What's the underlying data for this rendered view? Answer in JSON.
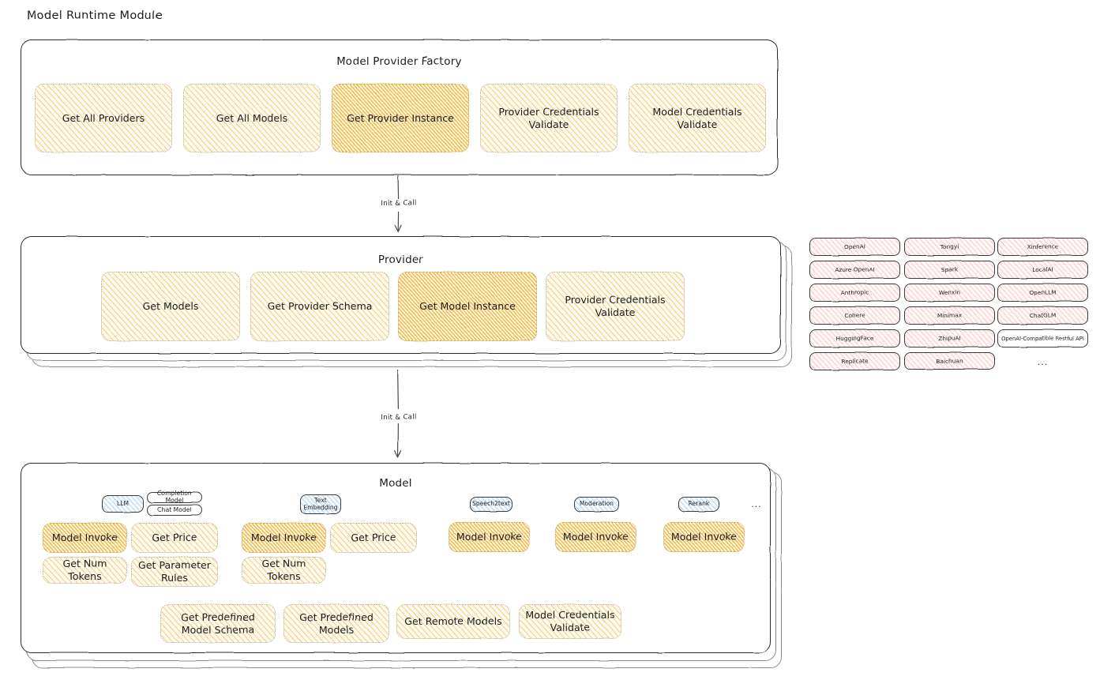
{
  "title": "Model Runtime Module",
  "colors": {
    "stroke": "#1e1e1e",
    "amber_fill": "#eeb63e",
    "cream_fill": "#f3cf7b",
    "pink_fill": "#f0aaaa",
    "blue_fill": "#78aad7",
    "background": "#ffffff"
  },
  "sections": {
    "factory": {
      "title": "Model Provider Factory",
      "nodes": [
        {
          "label": "Get All Providers",
          "highlight": false
        },
        {
          "label": "Get All Models",
          "highlight": false
        },
        {
          "label": "Get Provider Instance",
          "highlight": true
        },
        {
          "label": "Provider Credentials Validate",
          "highlight": false
        },
        {
          "label": "Model Credentials Validate",
          "highlight": false
        }
      ]
    },
    "provider": {
      "title": "Provider",
      "nodes": [
        {
          "label": "Get Models",
          "highlight": false
        },
        {
          "label": "Get Provider Schema",
          "highlight": false
        },
        {
          "label": "Get Model Instance",
          "highlight": true
        },
        {
          "label": "Provider Credentials Validate",
          "highlight": false
        }
      ]
    },
    "model": {
      "title": "Model",
      "types": [
        {
          "label": "LLM",
          "sub": [
            "Completion Model",
            "Chat Model"
          ]
        },
        {
          "label": "Text Embedding",
          "sub": []
        },
        {
          "label": "Speech2text",
          "sub": []
        },
        {
          "label": "Moderation",
          "sub": []
        },
        {
          "label": "Rerank",
          "sub": []
        }
      ],
      "more": "...",
      "type_nodes": {
        "llm": [
          {
            "label": "Model Invoke",
            "highlight": true
          },
          {
            "label": "Get Price",
            "highlight": false
          },
          {
            "label": "Get Num Tokens",
            "highlight": false
          },
          {
            "label": "Get Parameter Rules",
            "highlight": false
          }
        ],
        "text_embedding": [
          {
            "label": "Model Invoke",
            "highlight": true
          },
          {
            "label": "Get Price",
            "highlight": false
          },
          {
            "label": "Get Num Tokens",
            "highlight": false
          }
        ],
        "speech2text": [
          {
            "label": "Model Invoke",
            "highlight": true
          }
        ],
        "moderation": [
          {
            "label": "Model Invoke",
            "highlight": true
          }
        ],
        "rerank": [
          {
            "label": "Model Invoke",
            "highlight": true
          }
        ]
      },
      "common_nodes": [
        {
          "label": "Get Predefined Model Schema"
        },
        {
          "label": "Get Predefined Models"
        },
        {
          "label": "Get Remote Models"
        },
        {
          "label": "Model Credentials Validate"
        }
      ]
    }
  },
  "arrows": [
    {
      "label": "Init & Call",
      "from": "factory",
      "to": "provider"
    },
    {
      "label": "Init & Call",
      "from": "provider",
      "to": "model"
    }
  ],
  "provider_list": {
    "columns": [
      [
        "OpenAI",
        "Azure OpenAI",
        "Anthropic",
        "Cohere",
        "HuggingFace",
        "Replicate"
      ],
      [
        "Tongyi",
        "Spark",
        "Wenxin",
        "Minimax",
        "ZhipuAI",
        "Baichuan"
      ],
      [
        "Xinference",
        "LocalAI",
        "OpenLLM",
        "ChatGLM",
        "OpenAI-Compatible Restful API",
        "..."
      ]
    ]
  }
}
